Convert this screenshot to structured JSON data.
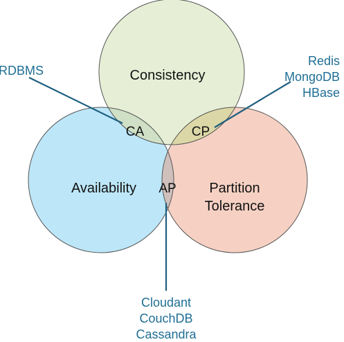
{
  "sets": {
    "consistency": {
      "label": "Consistency",
      "fill": "#E6EFD6"
    },
    "availability": {
      "label": "Availability",
      "fill": "#BDE7F9"
    },
    "partition": {
      "label_line1": "Partition",
      "label_line2": "Tolerance",
      "fill": "#F6D1C3"
    }
  },
  "intersections": {
    "ca": "CA",
    "cp": "CP",
    "ap": "AP"
  },
  "examples": {
    "ca": {
      "lines": [
        "RDBMS"
      ]
    },
    "cp": {
      "lines": [
        "Redis",
        "MongoDB",
        "HBase"
      ]
    },
    "ap": {
      "lines": [
        "Cloudant",
        "CouchDB",
        "Cassandra"
      ]
    }
  },
  "colors": {
    "outline": "#555555",
    "callout": "#1F5F80",
    "callout_text": "#1F6E94",
    "overlap_ca": "#CFE0C6",
    "overlap_cp": "#DCD7A6",
    "overlap_ap": "#CFC0BC",
    "overlap_center": "#B8C4B4"
  }
}
